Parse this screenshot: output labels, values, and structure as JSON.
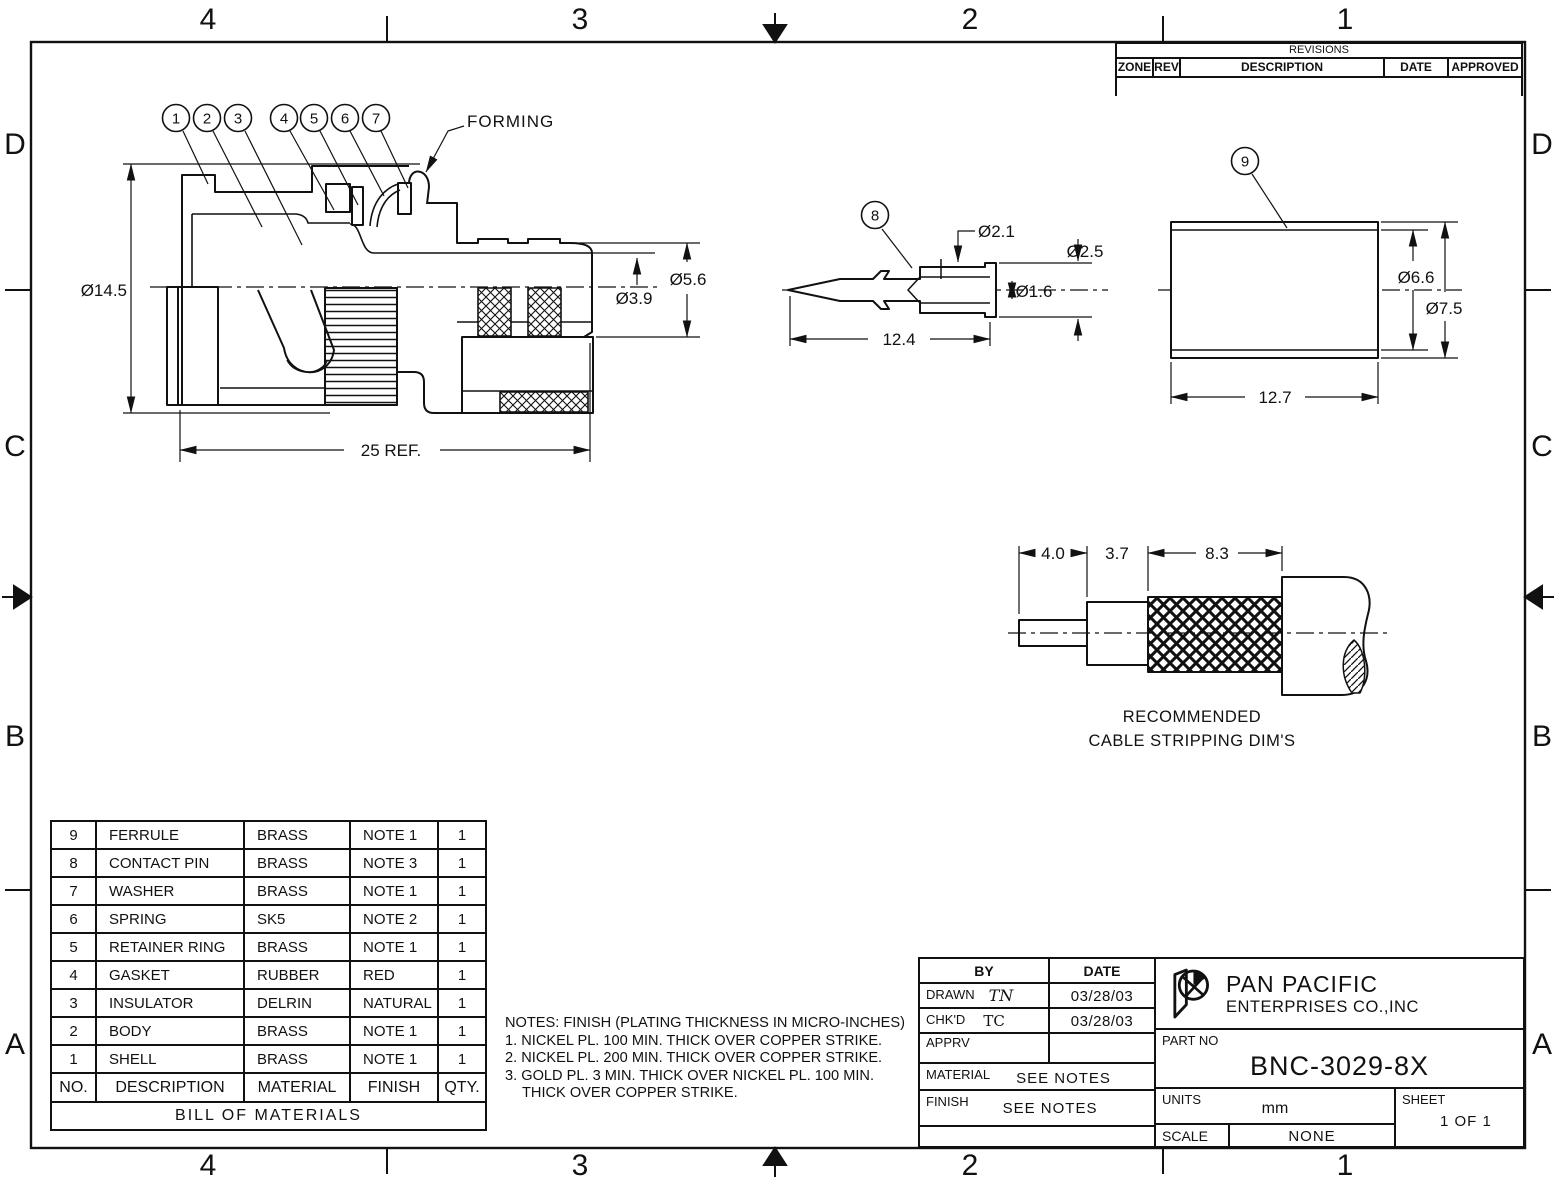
{
  "sheet": {
    "zones": {
      "columns": [
        "4",
        "3",
        "2",
        "1"
      ],
      "rows": [
        "D",
        "C",
        "B",
        "A"
      ]
    },
    "revisions": {
      "title": "REVISIONS",
      "headers": [
        "ZONE",
        "REV",
        "DESCRIPTION",
        "DATE",
        "APPROVED"
      ]
    },
    "views": {
      "main": {
        "balloons": [
          "1",
          "2",
          "3",
          "4",
          "5",
          "6",
          "7"
        ],
        "forming_label": "FORMING",
        "dims": {
          "shell_od": "Ø14.5",
          "spigot_od": "Ø5.6",
          "bore": "Ø3.9",
          "overall_length": "25 REF."
        }
      },
      "pin": {
        "balloon": "8",
        "dims": {
          "socket_od": "Ø2.1",
          "flange_od": "Ø2.5",
          "bore": "Ø1.6",
          "length": "12.4"
        }
      },
      "ferrule": {
        "balloon": "9",
        "dims": {
          "id": "Ø6.6",
          "od": "Ø7.5",
          "length": "12.7"
        }
      },
      "cable": {
        "dims": {
          "center_conductor": "4.0",
          "dielectric": "3.7",
          "braid": "8.3"
        },
        "caption_line1": "RECOMMENDED",
        "caption_line2": "CABLE STRIPPING DIM'S"
      }
    },
    "bom": {
      "title": "BILL OF MATERIALS",
      "headers": [
        "NO.",
        "DESCRIPTION",
        "MATERIAL",
        "FINISH",
        "QTY."
      ],
      "rows": [
        [
          "9",
          "FERRULE",
          "BRASS",
          "NOTE 1",
          "1"
        ],
        [
          "8",
          "CONTACT PIN",
          "BRASS",
          "NOTE 3",
          "1"
        ],
        [
          "7",
          "WASHER",
          "BRASS",
          "NOTE 1",
          "1"
        ],
        [
          "6",
          "SPRING",
          "SK5",
          "NOTE 2",
          "1"
        ],
        [
          "5",
          "RETAINER RING",
          "BRASS",
          "NOTE 1",
          "1"
        ],
        [
          "4",
          "GASKET",
          "RUBBER",
          "RED",
          "1"
        ],
        [
          "3",
          "INSULATOR",
          "DELRIN",
          "NATURAL",
          "1"
        ],
        [
          "2",
          "BODY",
          "BRASS",
          "NOTE 1",
          "1"
        ],
        [
          "1",
          "SHELL",
          "BRASS",
          "NOTE 1",
          "1"
        ]
      ]
    },
    "notes": {
      "header": "NOTES: FINISH (PLATING THICKNESS IN MICRO-INCHES)",
      "lines": [
        "1. NICKEL PL. 100 MIN. THICK OVER COPPER STRIKE.",
        "2. NICKEL PL. 200 MIN. THICK OVER COPPER STRIKE.",
        "3. GOLD PL. 3 MIN. THICK OVER NICKEL PL. 100 MIN.",
        "THICK OVER COPPER STRIKE."
      ]
    },
    "title_block": {
      "by_label": "BY",
      "date_label": "DATE",
      "drawn_label": "DRAWN",
      "drawn_by": "TN",
      "drawn_date": "03/28/03",
      "chkd_label": "CHK'D",
      "chkd_by": "TC",
      "chkd_date": "03/28/03",
      "apprv_label": "APPRV",
      "material_label": "MATERIAL",
      "material_value": "SEE NOTES",
      "finish_label": "FINISH",
      "finish_value": "SEE NOTES",
      "company_line1": "PAN PACIFIC",
      "company_line2": "ENTERPRISES CO.,INC",
      "part_no_label": "PART NO",
      "part_no": "BNC-3029-8X",
      "units_label": "UNITS",
      "units_value": "mm",
      "scale_label": "SCALE",
      "scale_value": "NONE",
      "sheet_label": "SHEET",
      "sheet_value": "1 OF 1"
    }
  }
}
